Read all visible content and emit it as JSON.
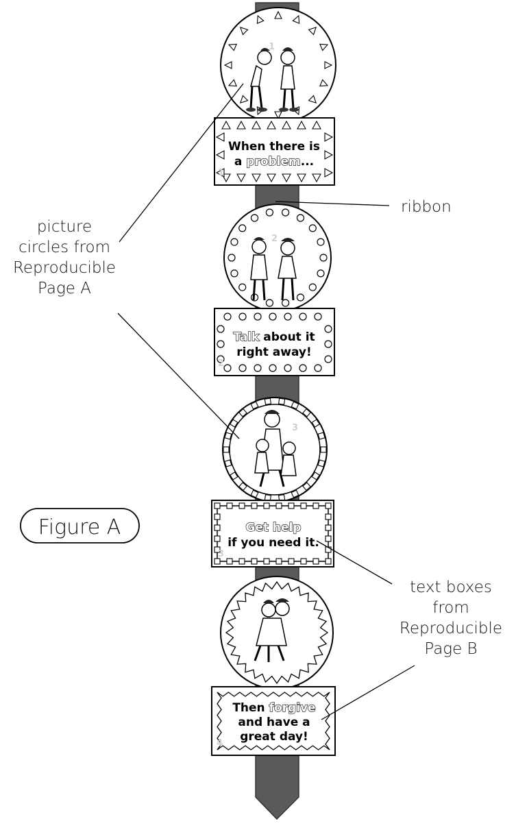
{
  "ribbon_color": "#5a5a5a",
  "labels": {
    "ribbon": "ribbon",
    "picture_circles": [
      "picture",
      "circles from",
      "Reproducible",
      "Page A"
    ],
    "figure": "Figure A",
    "text_boxes": [
      "text boxes",
      "from",
      "Reproducible",
      "Page B"
    ]
  },
  "panels": [
    {
      "number": "1",
      "lines": [
        [
          {
            "t": "When there is ",
            "o": false
          }
        ],
        [
          {
            "t": "a ",
            "o": false
          },
          {
            "t": "problem",
            "o": true
          },
          {
            "t": "...",
            "o": false
          }
        ]
      ]
    },
    {
      "number": "2",
      "lines": [
        [
          {
            "t": "Talk",
            "o": true
          },
          {
            "t": " about it",
            "o": false
          }
        ],
        [
          {
            "t": "right away!",
            "o": false
          }
        ]
      ]
    },
    {
      "number": "3",
      "lines": [
        [
          {
            "t": "Get help",
            "o": true
          }
        ],
        [
          {
            "t": "if you need it.",
            "o": false
          }
        ]
      ]
    },
    {
      "number": "4",
      "lines": [
        [
          {
            "t": "Then ",
            "o": false
          },
          {
            "t": "forgive",
            "o": true
          }
        ],
        [
          {
            "t": "and have a",
            "o": false
          }
        ],
        [
          {
            "t": "great day!",
            "o": false
          }
        ]
      ]
    }
  ]
}
